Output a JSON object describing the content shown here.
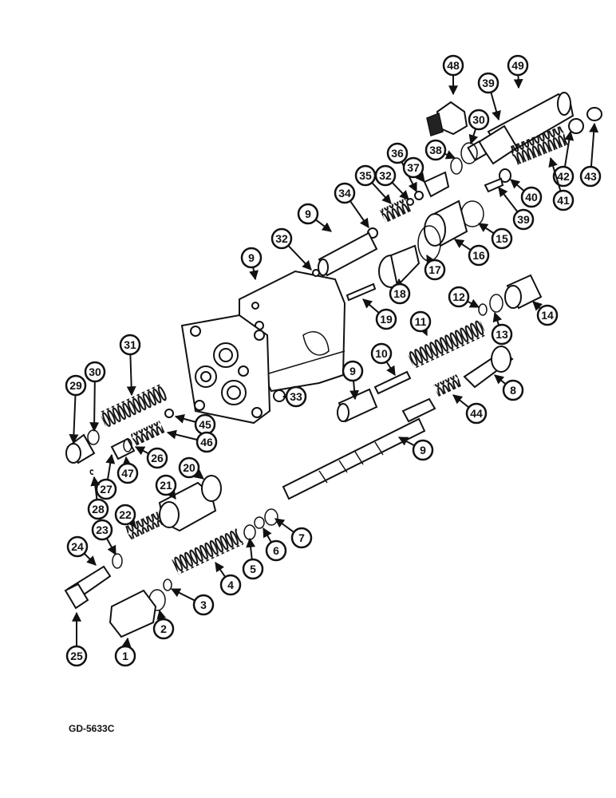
{
  "drawing_code": "GD-5633C",
  "callouts": [
    "48",
    "49",
    "39",
    "30",
    "36",
    "38",
    "37",
    "32",
    "35",
    "34",
    "42",
    "43",
    "40",
    "41",
    "39",
    "15",
    "9",
    "32",
    "16",
    "9",
    "17",
    "18",
    "12",
    "14",
    "19",
    "13",
    "11",
    "10",
    "9",
    "8",
    "44",
    "31",
    "30",
    "29",
    "45",
    "46",
    "26",
    "9",
    "33",
    "20",
    "21",
    "27",
    "47",
    "28",
    "22",
    "23",
    "7",
    "6",
    "24",
    "5",
    "4",
    "3",
    "2",
    "25",
    "1"
  ]
}
